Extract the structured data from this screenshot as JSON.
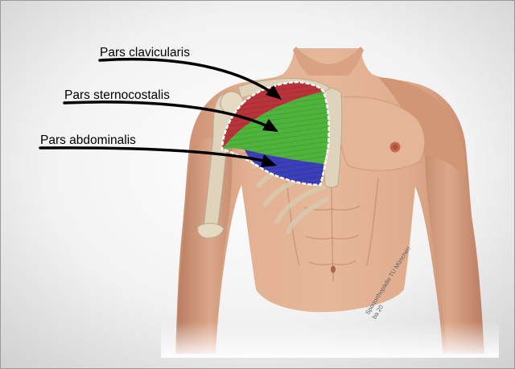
{
  "labels": {
    "clavicularis": "Pars clavicularis",
    "sternocostalis": "Pars sternocostalis",
    "abdominalis": "Pars abdominalis"
  },
  "watermark": {
    "line1": "Sportorthopädie TU München",
    "line2": "ba 20"
  },
  "colors": {
    "clavicularis": "#b8343a",
    "sternocostalis": "#4fb43c",
    "abdominalis": "#3b3fb8",
    "skin": "#e0ac8c",
    "bone": "#ddd0b8",
    "background": "#e6e6e6"
  }
}
